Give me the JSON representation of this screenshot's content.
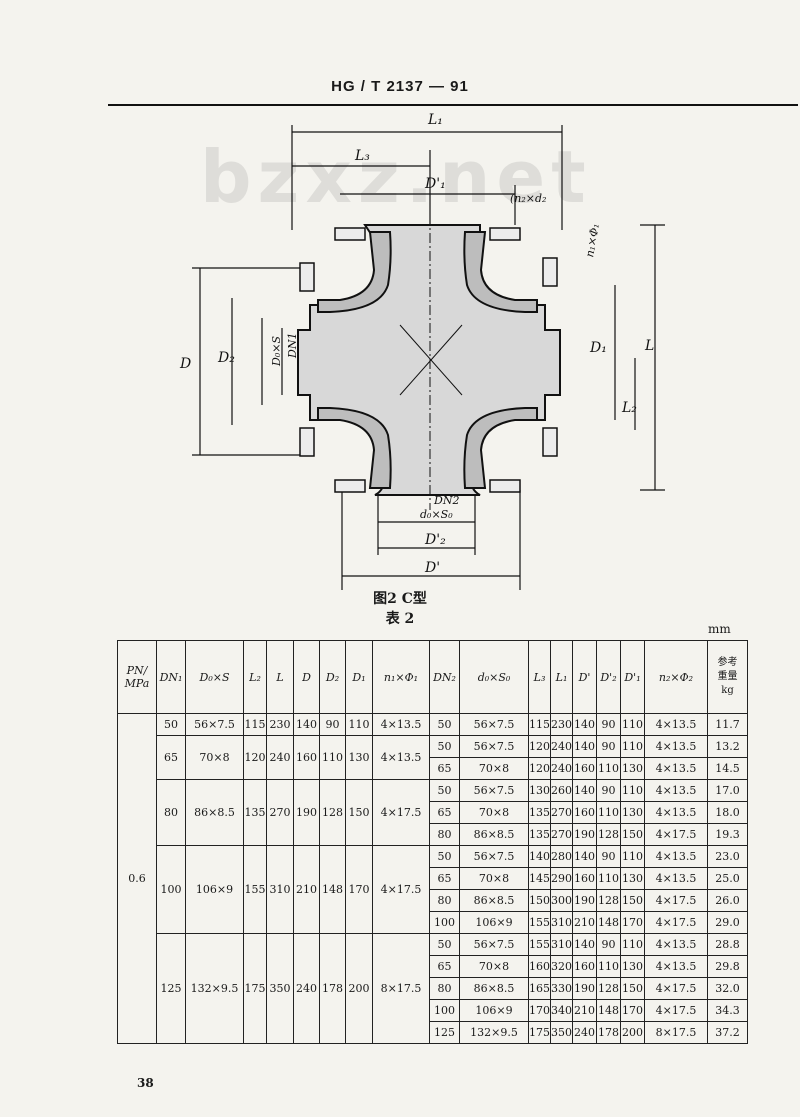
{
  "header": {
    "standard_code": "HG / T 2137 — 91"
  },
  "watermark": "bzxz.net",
  "figure": {
    "caption": "图2  C型",
    "dimension_labels": {
      "L1": "L₁",
      "L3": "L₃",
      "D1p": "D'₁",
      "n2d2": "(n₂×d₂",
      "n1phi1": "n₁×Φ₁",
      "D": "D",
      "D2": "D₂",
      "D0S": "D₀×S",
      "DN1": "DN1",
      "D1": "D₁",
      "L": "L",
      "L2": "L₂",
      "DN2": "DN2",
      "d0S0": "d₀×S₀",
      "D2p": "D'₂",
      "Dp": "D'"
    }
  },
  "table": {
    "caption": "表  2",
    "unit": "mm",
    "headers": [
      "PN/\nMPa",
      "DN₁",
      "D₀×S",
      "L₂",
      "L",
      "D",
      "D₂",
      "D₁",
      "n₁×Φ₁",
      "DN₂",
      "d₀×S₀",
      "L₃",
      "L₁",
      "D'",
      "D'₂",
      "D'₁",
      "n₂×Φ₂",
      "参考\n重量\nkg"
    ],
    "pn": "0.6",
    "groups": [
      {
        "dn1": "50",
        "d0s": "56×7.5",
        "l2": "115",
        "l": "230",
        "d": "140",
        "d2": "90",
        "d1": "110",
        "n1phi1": "4×13.5",
        "rows": [
          [
            "50",
            "56×7.5",
            "115",
            "230",
            "140",
            "90",
            "110",
            "4×13.5",
            "11.7"
          ]
        ]
      },
      {
        "dn1": "65",
        "d0s": "70×8",
        "l2": "120",
        "l": "240",
        "d": "160",
        "d2": "110",
        "d1": "130",
        "n1phi1": "4×13.5",
        "rows": [
          [
            "50",
            "56×7.5",
            "120",
            "240",
            "140",
            "90",
            "110",
            "4×13.5",
            "13.2"
          ],
          [
            "65",
            "70×8",
            "120",
            "240",
            "160",
            "110",
            "130",
            "4×13.5",
            "14.5"
          ]
        ]
      },
      {
        "dn1": "80",
        "d0s": "86×8.5",
        "l2": "135",
        "l": "270",
        "d": "190",
        "d2": "128",
        "d1": "150",
        "n1phi1": "4×17.5",
        "rows": [
          [
            "50",
            "56×7.5",
            "130",
            "260",
            "140",
            "90",
            "110",
            "4×13.5",
            "17.0"
          ],
          [
            "65",
            "70×8",
            "135",
            "270",
            "160",
            "110",
            "130",
            "4×13.5",
            "18.0"
          ],
          [
            "80",
            "86×8.5",
            "135",
            "270",
            "190",
            "128",
            "150",
            "4×17.5",
            "19.3"
          ]
        ]
      },
      {
        "dn1": "100",
        "d0s": "106×9",
        "l2": "155",
        "l": "310",
        "d": "210",
        "d2": "148",
        "d1": "170",
        "n1phi1": "4×17.5",
        "rows": [
          [
            "50",
            "56×7.5",
            "140",
            "280",
            "140",
            "90",
            "110",
            "4×13.5",
            "23.0"
          ],
          [
            "65",
            "70×8",
            "145",
            "290",
            "160",
            "110",
            "130",
            "4×13.5",
            "25.0"
          ],
          [
            "80",
            "86×8.5",
            "150",
            "300",
            "190",
            "128",
            "150",
            "4×17.5",
            "26.0"
          ],
          [
            "100",
            "106×9",
            "155",
            "310",
            "210",
            "148",
            "170",
            "4×17.5",
            "29.0"
          ]
        ]
      },
      {
        "dn1": "125",
        "d0s": "132×9.5",
        "l2": "175",
        "l": "350",
        "d": "240",
        "d2": "178",
        "d1": "200",
        "n1phi1": "8×17.5",
        "rows": [
          [
            "50",
            "56×7.5",
            "155",
            "310",
            "140",
            "90",
            "110",
            "4×13.5",
            "28.8"
          ],
          [
            "65",
            "70×8",
            "160",
            "320",
            "160",
            "110",
            "130",
            "4×13.5",
            "29.8"
          ],
          [
            "80",
            "86×8.5",
            "165",
            "330",
            "190",
            "128",
            "150",
            "4×17.5",
            "32.0"
          ],
          [
            "100",
            "106×9",
            "170",
            "340",
            "210",
            "148",
            "170",
            "4×17.5",
            "34.3"
          ],
          [
            "125",
            "132×9.5",
            "175",
            "350",
            "240",
            "178",
            "200",
            "8×17.5",
            "37.2"
          ]
        ]
      }
    ]
  },
  "footer": {
    "page_number": "38"
  }
}
